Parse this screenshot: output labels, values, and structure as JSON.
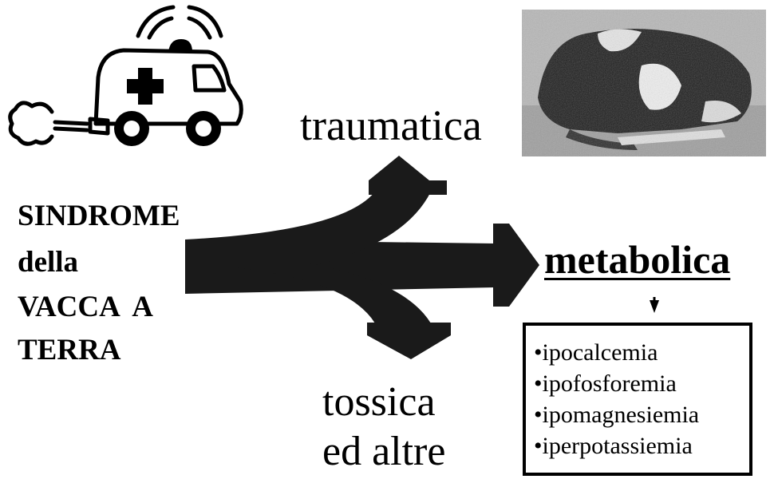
{
  "title": {
    "lines": [
      "SINDROME",
      "della",
      "VACCA  A",
      "TERRA"
    ]
  },
  "branches": {
    "traumatica": "traumatica",
    "metabolica": "metabolica",
    "tossica": "tossica",
    "ed_altre": "ed altre"
  },
  "metabolic_causes": [
    "•ipocalcemia",
    "•ipofosforemia",
    "•ipomagnesiemia",
    "•iperpotassiemia"
  ],
  "icons": {
    "ambulance": "ambulance-icon",
    "photo": "cow-lying-photo"
  },
  "colors": {
    "arrow": "#1a1a1a",
    "text": "#000000",
    "background": "#ffffff"
  }
}
